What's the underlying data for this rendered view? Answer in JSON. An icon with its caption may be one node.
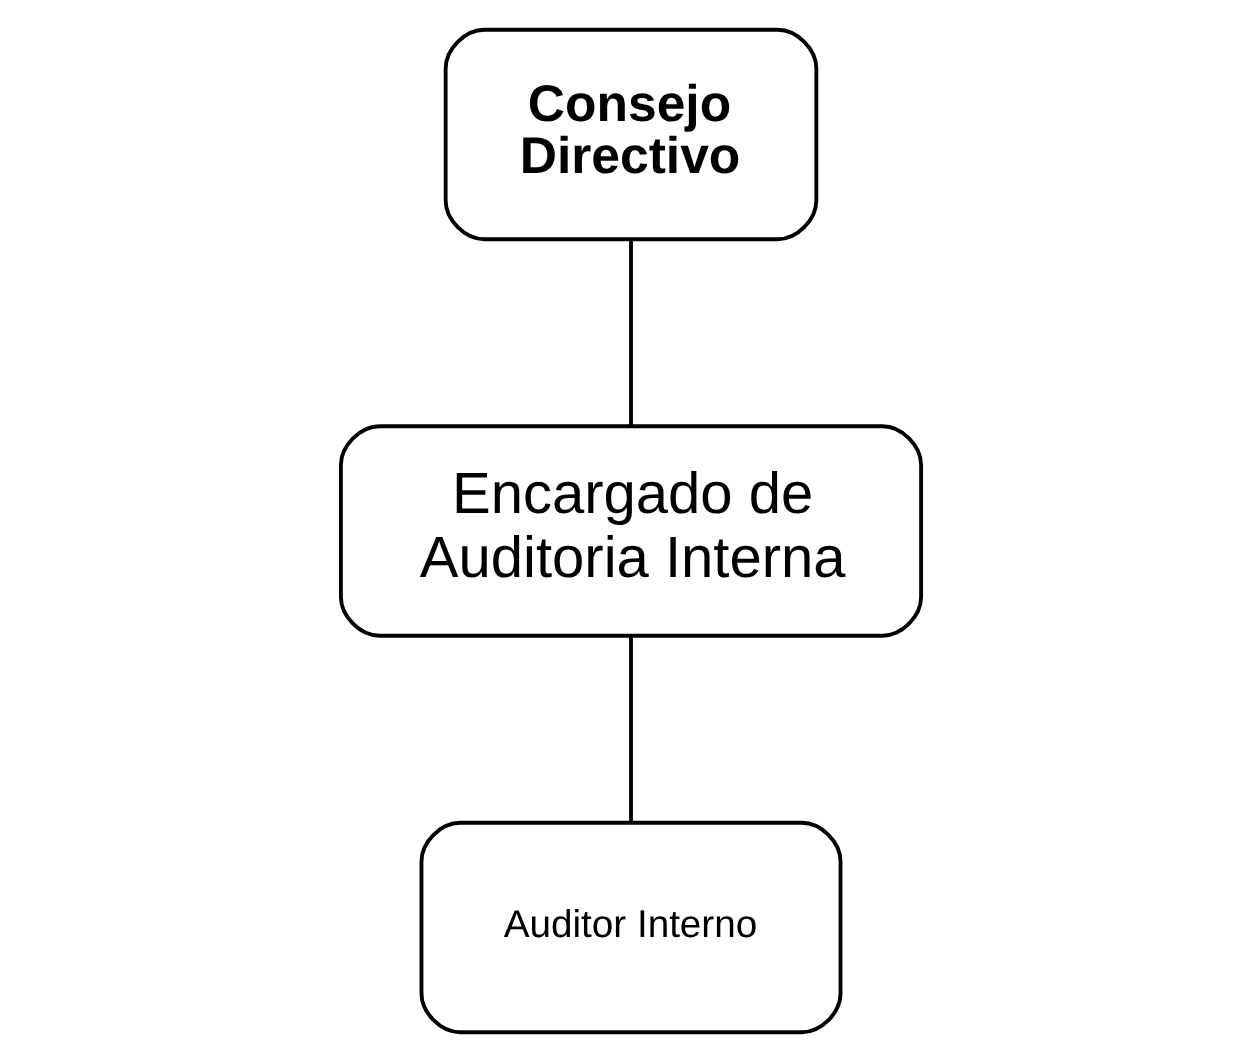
{
  "diagram": {
    "nodes": [
      {
        "text": [
          "Consejo Directivo"
        ]
      },
      {
        "text": [
          "Encargado de Auditoria Interna"
        ]
      },
      {
        "text": [
          "Auditor Interno"
        ]
      }
    ],
    "edges": [
      {
        "from": 0,
        "to": 1,
        "arrow": "none"
      },
      {
        "from": 1,
        "to": 2,
        "arrow": "none"
      }
    ]
  }
}
